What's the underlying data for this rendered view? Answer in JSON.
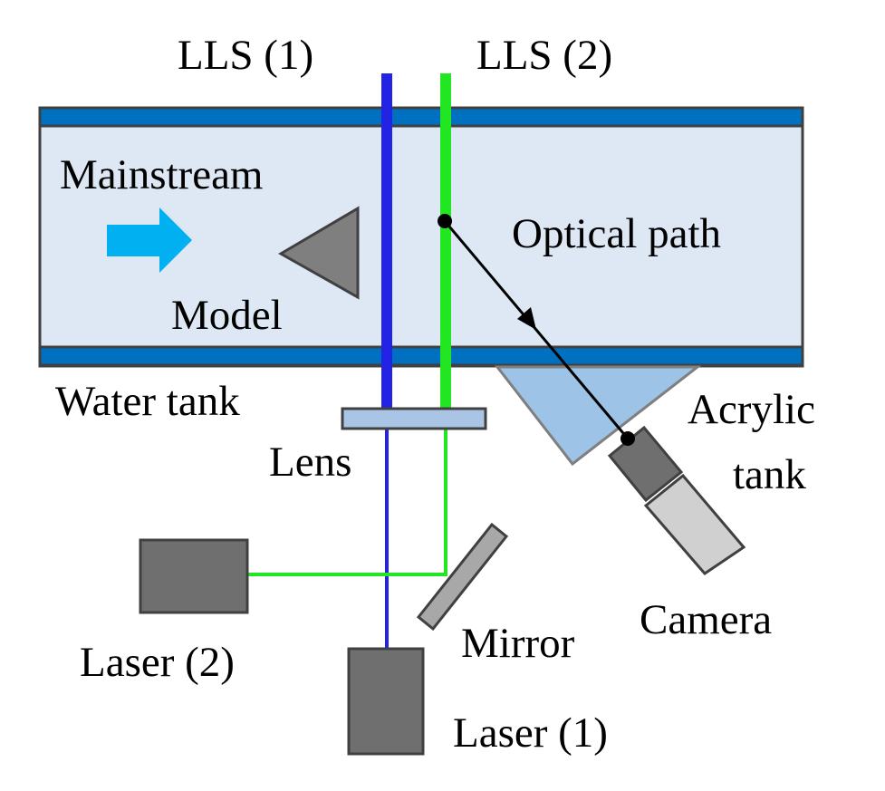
{
  "labels": {
    "lls1": "LLS (1)",
    "lls2": "LLS (2)",
    "mainstream": "Mainstream",
    "optical_path": "Optical path",
    "model": "Model",
    "water_tank": "Water tank",
    "acrylic": "Acrylic",
    "tank": "tank",
    "lens": "Lens",
    "mirror": "Mirror",
    "camera": "Camera",
    "laser2": "Laser (2)",
    "laser1": "Laser (1)"
  },
  "colors": {
    "tank_fill": "#dde8f4",
    "tank_wall": "#0070c0",
    "blue_laser": "#2323e6",
    "green_laser": "#22e622",
    "flow_arrow": "#00b0f0",
    "model": "#7f7f7f",
    "acrylic_tank": "#9dc3e6",
    "lens": "#a9c4e4",
    "device_dark": "#6f6f6f",
    "device_light": "#d0d0d0"
  }
}
